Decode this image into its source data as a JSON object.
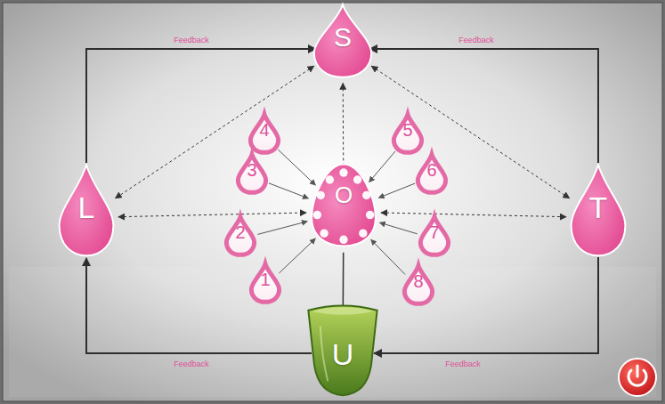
{
  "diagram": {
    "nodes": [
      {
        "text": [
          "S"
        ]
      },
      {
        "text": [
          "L"
        ]
      },
      {
        "text": [
          "O"
        ]
      },
      {
        "text": [
          "T"
        ]
      },
      {
        "text": [
          "U"
        ]
      },
      {
        "text": [
          "1"
        ]
      },
      {
        "text": [
          "2"
        ]
      },
      {
        "text": [
          "3"
        ]
      },
      {
        "text": [
          "4"
        ]
      },
      {
        "text": [
          "5"
        ]
      },
      {
        "text": [
          "6"
        ]
      },
      {
        "text": [
          "7"
        ]
      },
      {
        "text": [
          "8"
        ]
      }
    ],
    "edges": [
      {
        "from": 1,
        "to": 0,
        "arrow": "to",
        "label": "Feedback"
      },
      {
        "from": 3,
        "to": 0,
        "arrow": "to",
        "label": "Feedback"
      },
      {
        "from": 4,
        "to": 1,
        "arrow": "to",
        "label": "Feedback"
      },
      {
        "from": 3,
        "to": 4,
        "arrow": "to",
        "label": "Feedback"
      },
      {
        "from": 0,
        "to": 1,
        "arrow": "both"
      },
      {
        "from": 0,
        "to": 3,
        "arrow": "both"
      },
      {
        "from": 1,
        "to": 2,
        "arrow": "both"
      },
      {
        "from": 2,
        "to": 3,
        "arrow": "both"
      },
      {
        "from": 2,
        "to": 0,
        "arrow": "both"
      },
      {
        "from": 2,
        "to": 4,
        "arrow": "to"
      },
      {
        "from": 5,
        "to": 2,
        "arrow": "to"
      },
      {
        "from": 6,
        "to": 2,
        "arrow": "to"
      },
      {
        "from": 7,
        "to": 2,
        "arrow": "to"
      },
      {
        "from": 8,
        "to": 2,
        "arrow": "to"
      },
      {
        "from": 9,
        "to": 2,
        "arrow": "to"
      },
      {
        "from": 10,
        "to": 2,
        "arrow": "to"
      },
      {
        "from": 11,
        "to": 2,
        "arrow": "to"
      },
      {
        "from": 12,
        "to": 2,
        "arrow": "to"
      }
    ]
  }
}
